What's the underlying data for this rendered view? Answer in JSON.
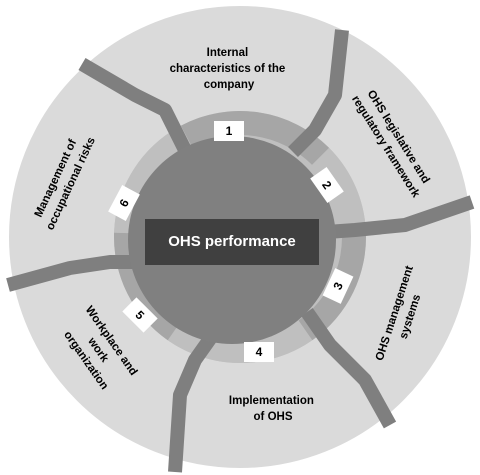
{
  "center": {
    "label": "OHS performance"
  },
  "sectors": [
    {
      "number": "1",
      "lines": [
        "Internal",
        "characteristics of the",
        "company"
      ]
    },
    {
      "number": "2",
      "lines": [
        "OHS legislative and",
        "regulatory framework"
      ]
    },
    {
      "number": "3",
      "lines": [
        "OHS management",
        "systems"
      ]
    },
    {
      "number": "4",
      "lines": [
        "Implementation",
        "of OHS"
      ]
    },
    {
      "number": "5",
      "lines": [
        "Workplace and",
        "work",
        "organization"
      ]
    },
    {
      "number": "6",
      "lines": [
        "Management of",
        "occupational risks"
      ]
    }
  ],
  "colors": {
    "outer_ring": "#dadada",
    "middle_ring": "#bfbfbf",
    "inner_ring": "#a6a6a6",
    "core": "#808080",
    "spoke": "#7f7f7f",
    "center_box": "#404040",
    "number_box": "#ffffff",
    "outline": "#ffffff"
  }
}
